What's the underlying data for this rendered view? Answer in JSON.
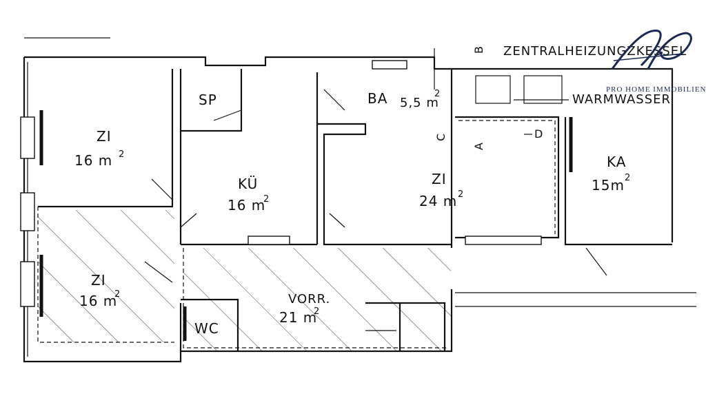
{
  "rooms": {
    "zi_top_left": {
      "name": "ZI",
      "area": "16 m",
      "sup": "2"
    },
    "sp": {
      "name": "SP"
    },
    "ku": {
      "name": "KÜ",
      "area": "16 m",
      "sup": "2"
    },
    "ba": {
      "name": "BA",
      "area": "5,5 m",
      "sup": "2"
    },
    "zi_center": {
      "name": "ZI",
      "area": "24 m",
      "sup": "2"
    },
    "ka": {
      "name": "KA",
      "area": "15m",
      "sup": "2"
    },
    "zi_bottom_left": {
      "name": "ZI",
      "area": "16 m",
      "sup": "2"
    },
    "wc": {
      "name": "WC"
    },
    "vorr": {
      "name": "VORR.",
      "area": "21 m",
      "sup": "2"
    }
  },
  "annotations": {
    "zentralheizung": "ZENTRALHEIZUNGZKESSEL",
    "warmwasser": "WARMWASSER",
    "section_b": "B",
    "section_a": "A",
    "section_c": "C",
    "section_d": "D"
  },
  "logo": {
    "name": "Pro Home Immobilien",
    "monogram": "hp",
    "color": "#1b2a55"
  },
  "colors": {
    "ink": "#111111",
    "paper": "#ffffff",
    "logo": "#1b2a55"
  }
}
